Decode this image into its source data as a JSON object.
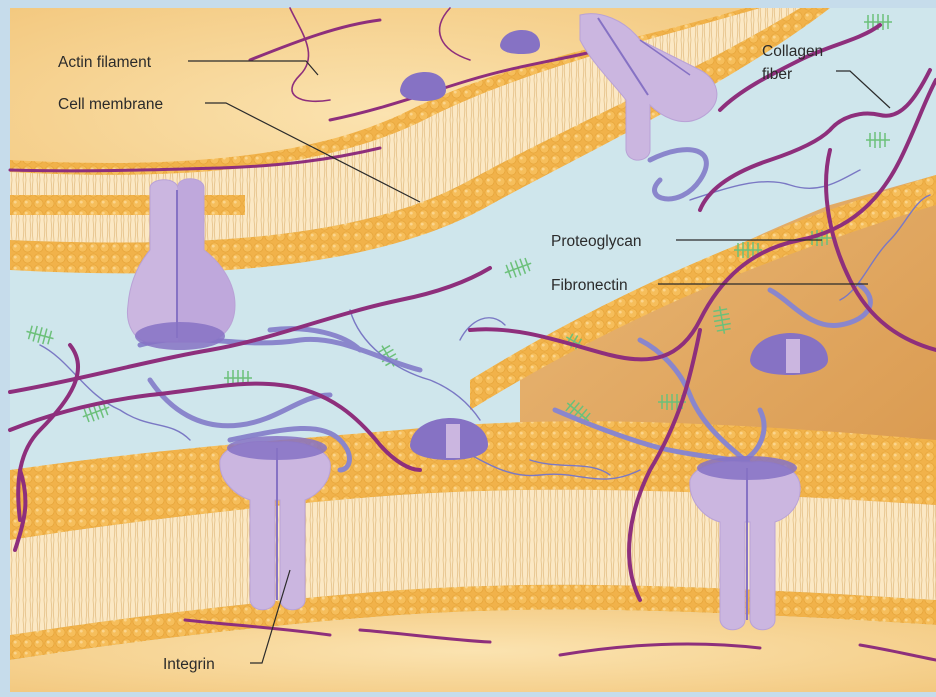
{
  "diagram": {
    "labels": {
      "actin_filament": "Actin filament",
      "cell_membrane": "Cell membrane",
      "collagen_line1": "Collagen",
      "collagen_line2": "fiber",
      "proteoglycan": "Proteoglycan",
      "fibronectin": "Fibronectin",
      "integrin": "Integrin"
    },
    "colors": {
      "frame": "#c6dceb",
      "extracellular_matrix": "#cfe6ec",
      "cytoplasm": "#f7d9a0",
      "cytoplasm_right": "#e6b26c",
      "lipid_head": "#f4b64a",
      "lipid_tail": "#fff2d6",
      "integrin": "#cbb6e0",
      "integrin_dark": "#8672c4",
      "collagen": "#8e2f7c",
      "fibronectin": "#8a86cc",
      "proteoglycan": "#6cc07a",
      "label_text": "#2b2b2b"
    }
  }
}
